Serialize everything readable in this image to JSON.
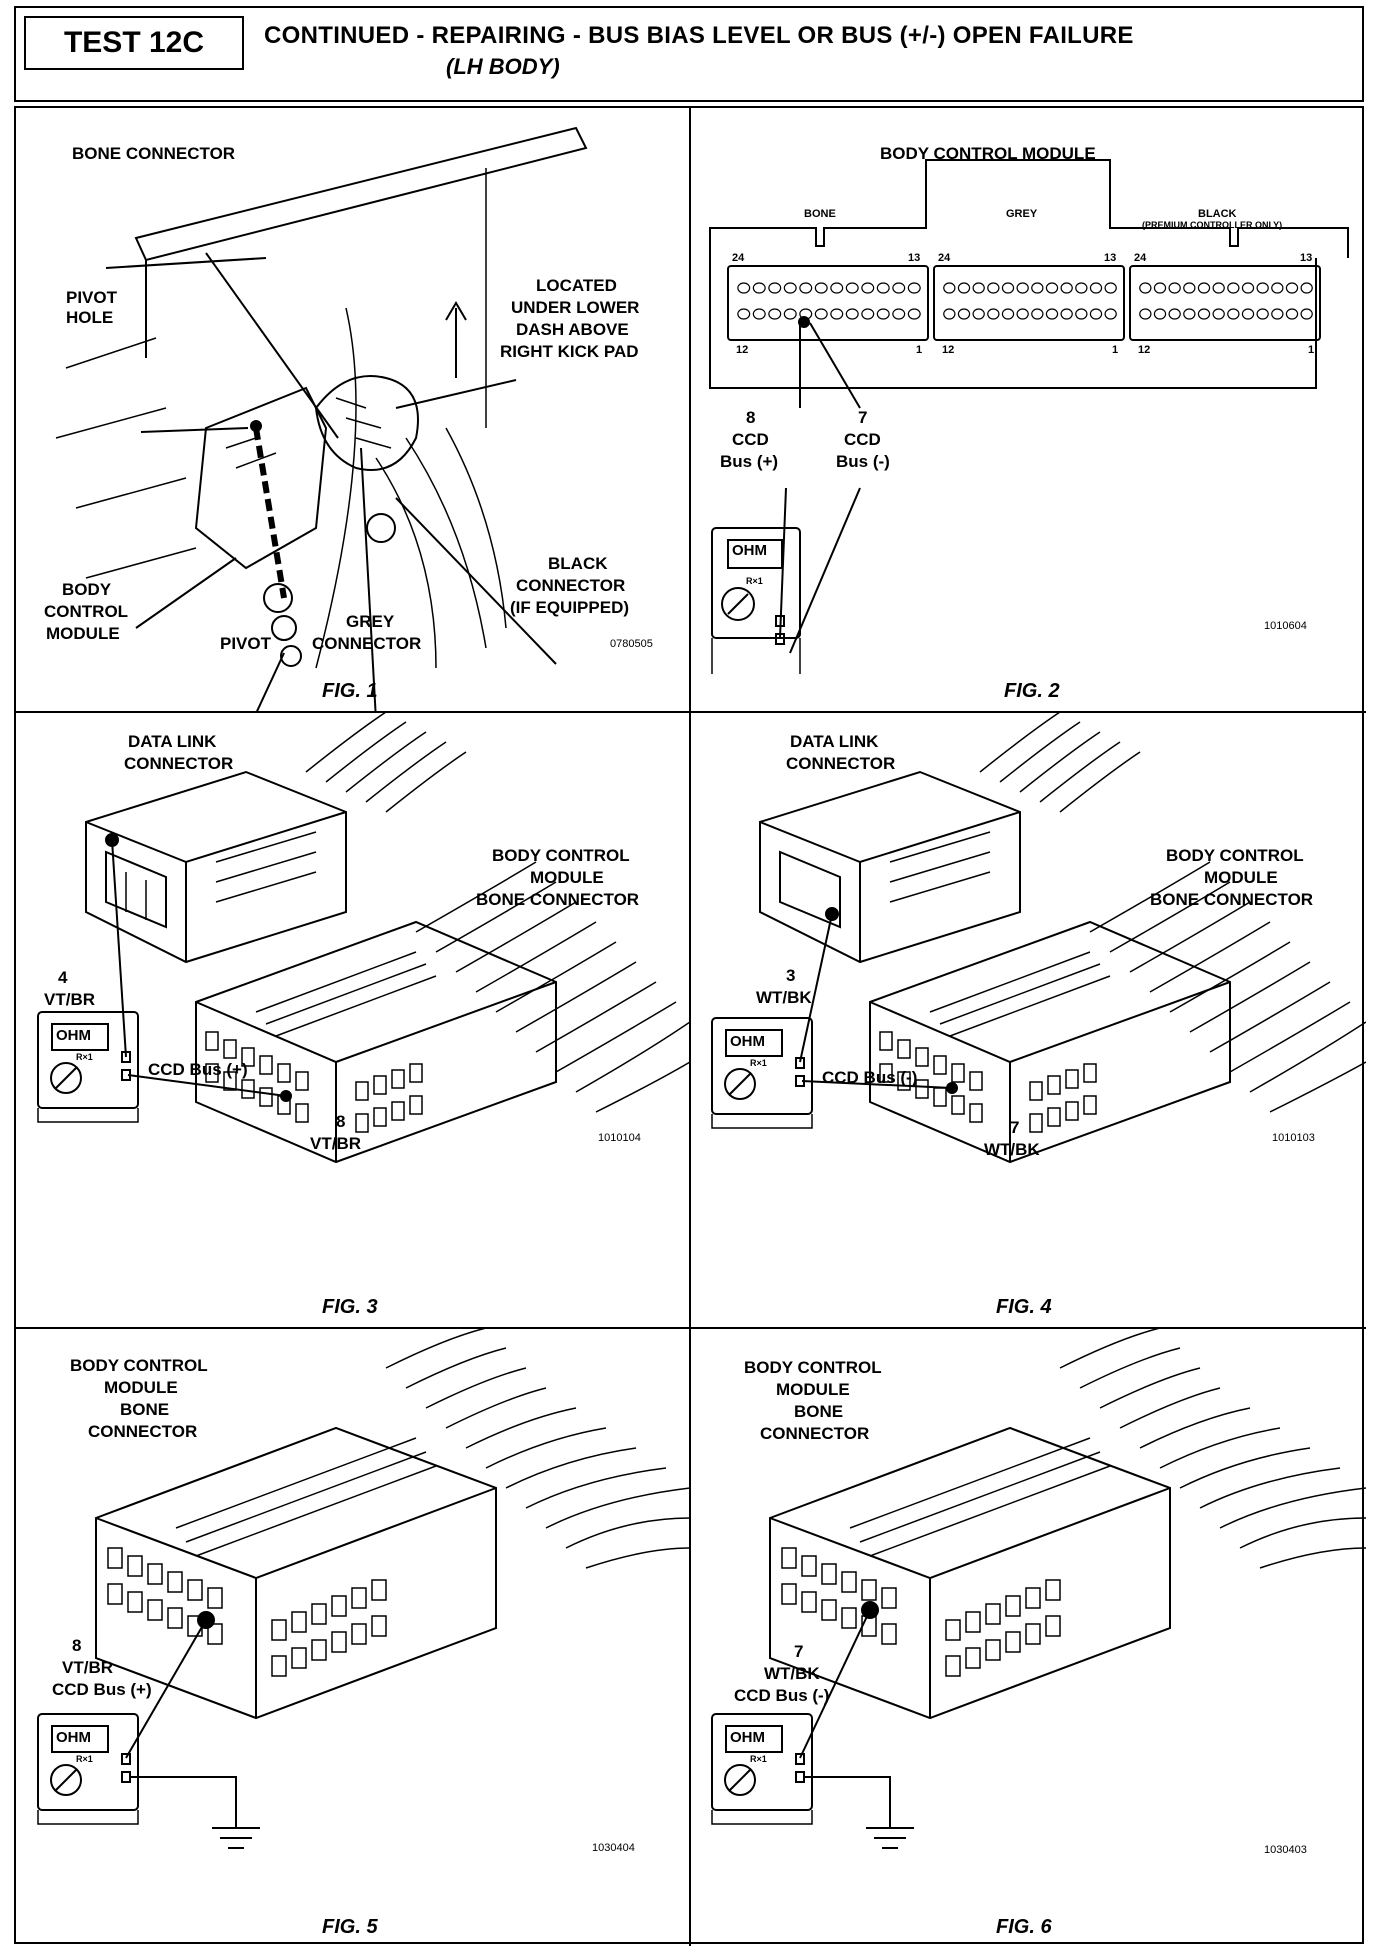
{
  "header": {
    "test_id": "TEST 12C",
    "title_line1": "CONTINUED -  REPAIRING - BUS BIAS LEVEL OR BUS (+/-) OPEN FAILURE",
    "title_line2": "(LH BODY)"
  },
  "fig1": {
    "caption": "FIG. 1",
    "bone_connector": "BONE CONNECTOR",
    "pivot_hole_1": "PIVOT",
    "pivot_hole_2": "HOLE",
    "located_1": "LOCATED",
    "located_2": "UNDER LOWER",
    "located_3": "DASH ABOVE",
    "located_4": "RIGHT KICK PAD",
    "bcm_1": "BODY",
    "bcm_2": "CONTROL",
    "bcm_3": "MODULE",
    "pivot": "PIVOT",
    "grey_1": "GREY",
    "grey_2": "CONNECTOR",
    "black_1": "BLACK",
    "black_2": "CONNECTOR",
    "black_3": "(IF EQUIPPED)",
    "code": "0780505"
  },
  "fig2": {
    "caption": "FIG. 2",
    "title": "BODY CONTROL MODULE",
    "bone": "BONE",
    "grey": "GREY",
    "black": "BLACK",
    "black_note": "(PREMIUM CONTROLLER ONLY)",
    "pin24": "24",
    "pin13": "13",
    "pin12": "12",
    "pin1": "1",
    "p8_num": "8",
    "p8_a": "CCD",
    "p8_b": "Bus (+)",
    "p7_num": "7",
    "p7_a": "CCD",
    "p7_b": "Bus (-)",
    "ohm": "OHM",
    "range": "R×1",
    "code": "1010604"
  },
  "fig3": {
    "caption": "FIG. 3",
    "dlc_1": "DATA LINK",
    "dlc_2": "CONNECTOR",
    "bcm_1": "BODY CONTROL",
    "bcm_2": "MODULE",
    "bcm_3": "BONE CONNECTOR",
    "pin4": "4",
    "pin4_wire": "VT/BR",
    "ccd": "CCD Bus (+)",
    "pin8": "8",
    "pin8_wire": "VT/BR",
    "ohm": "OHM",
    "range": "R×1",
    "code": "1010104"
  },
  "fig4": {
    "caption": "FIG. 4",
    "dlc_1": "DATA LINK",
    "dlc_2": "CONNECTOR",
    "bcm_1": "BODY CONTROL",
    "bcm_2": "MODULE",
    "bcm_3": "BONE CONNECTOR",
    "pin3": "3",
    "pin3_wire": "WT/BK",
    "ccd": "CCD Bus (-)",
    "pin7": "7",
    "pin7_wire": "WT/BK",
    "ohm": "OHM",
    "range": "R×1",
    "code": "1010103"
  },
  "fig5": {
    "caption": "FIG. 5",
    "bcm_1": "BODY CONTROL",
    "bcm_2": "MODULE",
    "bcm_3": "BONE",
    "bcm_4": "CONNECTOR",
    "pin": "8",
    "wire": "VT/BR",
    "ccd": "CCD Bus (+)",
    "ohm": "OHM",
    "range": "R×1",
    "code": "1030404"
  },
  "fig6": {
    "caption": "FIG. 6",
    "bcm_1": "BODY CONTROL",
    "bcm_2": "MODULE",
    "bcm_3": "BONE",
    "bcm_4": "CONNECTOR",
    "pin": "7",
    "wire": "WT/BK",
    "ccd": "CCD Bus (-)",
    "ohm": "OHM",
    "range": "R×1",
    "code": "1030403"
  }
}
